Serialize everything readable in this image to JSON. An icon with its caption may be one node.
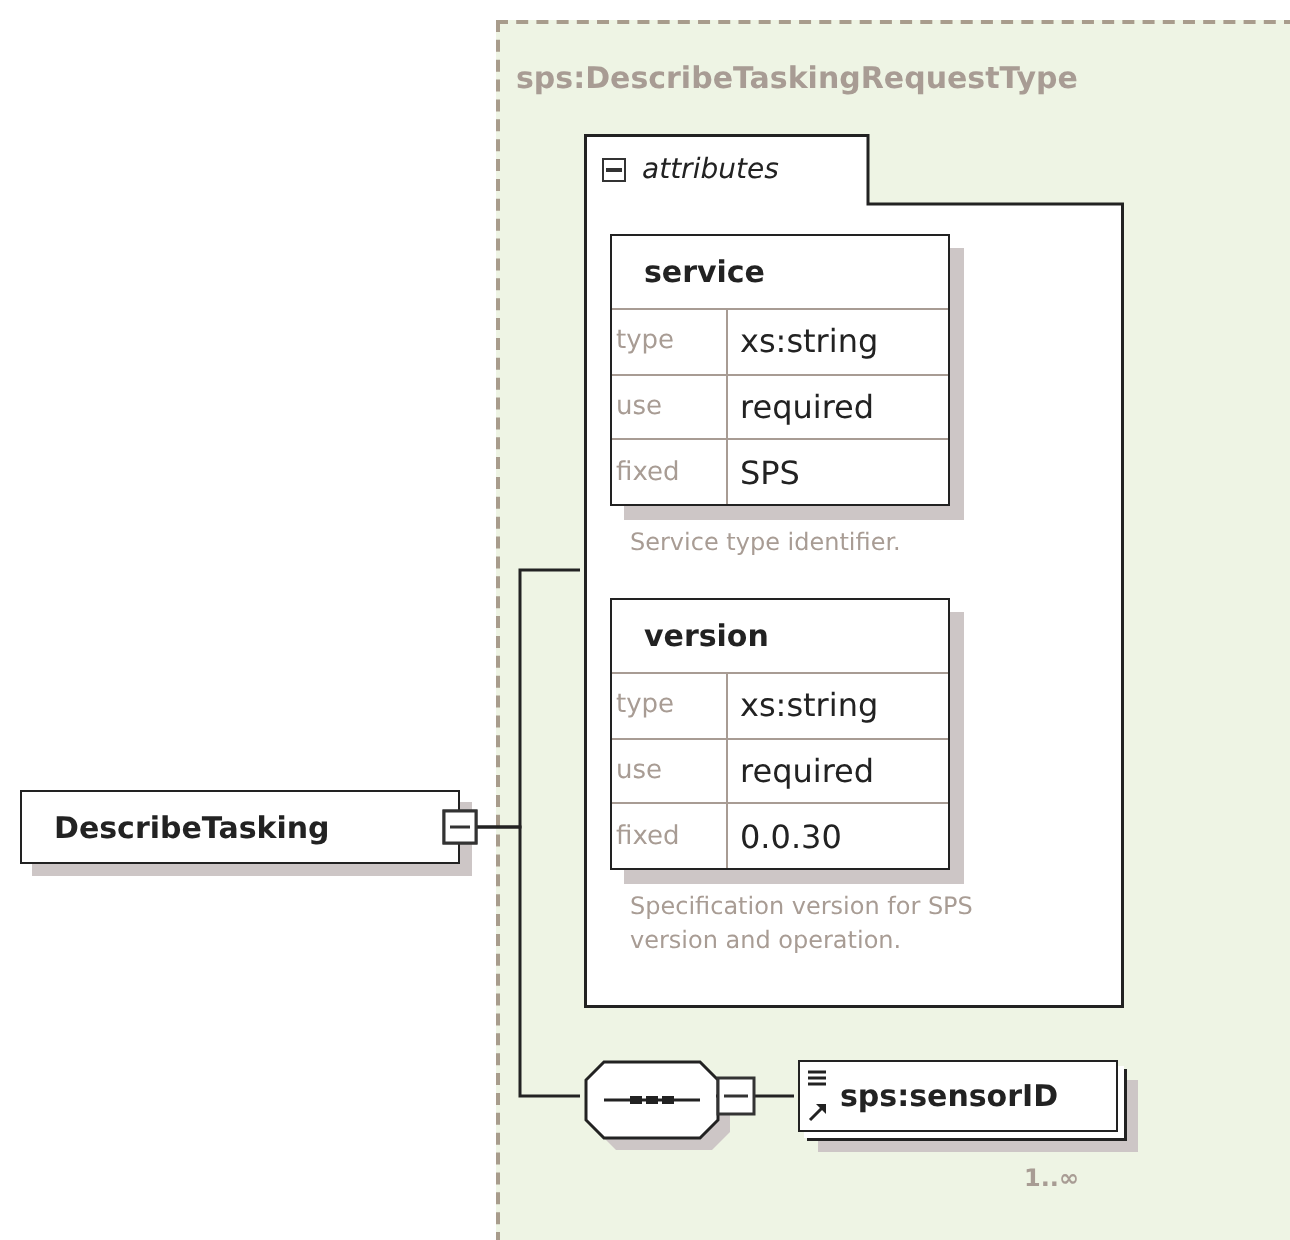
{
  "diagram": {
    "nodes": [
      {
        "text": [
          "DescribeTasking"
        ]
      },
      {
        "text": [
          "sps:DescribeTaskingRequestType"
        ]
      },
      {
        "text": [
          "attributes"
        ],
        "in": 1
      },
      {
        "text": [
          "service",
          "type",
          "xs:string",
          "use",
          "required",
          "fixed",
          "SPS"
        ],
        "in": 2,
        "beside": [
          "Service type identifier."
        ]
      },
      {
        "text": [
          "version",
          "type",
          "xs:string",
          "use",
          "required",
          "fixed",
          "0.0.30"
        ],
        "in": 2,
        "beside": [
          "Specification version for SPS version and operation."
        ]
      },
      {
        "text": [],
        "shape": "octagon",
        "in": 1
      },
      {
        "text": [
          "sps:sensorID"
        ],
        "in": 1,
        "beside": [
          "1..∞"
        ]
      }
    ],
    "edges": [
      {
        "from": 0,
        "to": 2,
        "arrow": "other"
      },
      {
        "from": 0,
        "to": 5,
        "arrow": "other"
      },
      {
        "from": 5,
        "to": 6,
        "arrow": "other"
      }
    ]
  }
}
